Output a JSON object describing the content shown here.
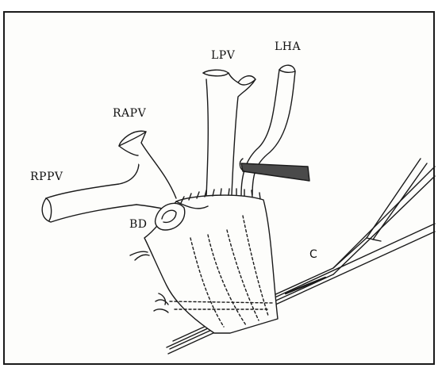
{
  "labels": {
    "lpv": "LPV",
    "lha": "LHA",
    "rapv": "RAPV",
    "rppv": "RPPV",
    "bd": "BD",
    "c": "C"
  },
  "colors": {
    "ink": "#1a1a1a",
    "paper": "#fdfdfb",
    "shade": "#4a4a4a"
  }
}
